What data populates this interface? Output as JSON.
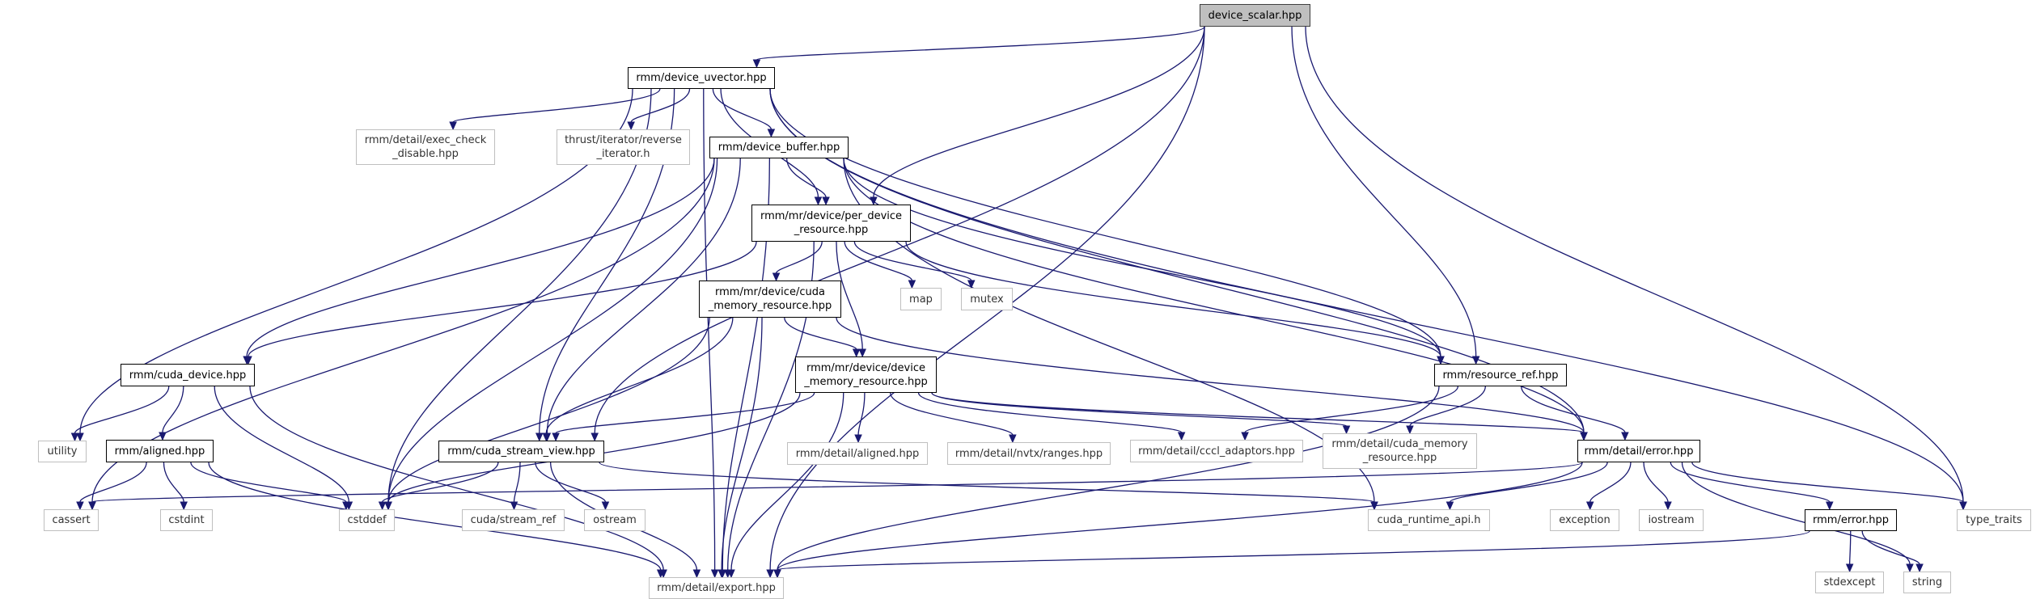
{
  "title": "device_scalar.hpp include dependency graph",
  "colors": {
    "edge": "#191970",
    "root_fill": "#bfbfbf",
    "internal_border": "#000000",
    "external_border": "#bfbfbf"
  },
  "nodes": [
    {
      "id": "device_scalar",
      "label": "device_scalar.hpp",
      "kind": "root"
    },
    {
      "id": "device_uvector",
      "label": "rmm/device_uvector.hpp",
      "kind": "internal"
    },
    {
      "id": "exec_check_disable",
      "label": "rmm/detail/exec_check\n_disable.hpp",
      "kind": "external"
    },
    {
      "id": "reverse_iterator",
      "label": "thrust/iterator/reverse\n_iterator.h",
      "kind": "external"
    },
    {
      "id": "device_buffer",
      "label": "rmm/device_buffer.hpp",
      "kind": "internal"
    },
    {
      "id": "per_device_resource",
      "label": "rmm/mr/device/per_device\n_resource.hpp",
      "kind": "internal"
    },
    {
      "id": "cuda_memory_resource",
      "label": "rmm/mr/device/cuda\n_memory_resource.hpp",
      "kind": "internal"
    },
    {
      "id": "map",
      "label": "map",
      "kind": "external"
    },
    {
      "id": "mutex",
      "label": "mutex",
      "kind": "external"
    },
    {
      "id": "cuda_device",
      "label": "rmm/cuda_device.hpp",
      "kind": "internal"
    },
    {
      "id": "device_memory_resource",
      "label": "rmm/mr/device/device\n_memory_resource.hpp",
      "kind": "internal"
    },
    {
      "id": "resource_ref",
      "label": "rmm/resource_ref.hpp",
      "kind": "internal"
    },
    {
      "id": "utility",
      "label": "utility",
      "kind": "external"
    },
    {
      "id": "aligned",
      "label": "rmm/aligned.hpp",
      "kind": "internal"
    },
    {
      "id": "cuda_stream_view",
      "label": "rmm/cuda_stream_view.hpp",
      "kind": "internal"
    },
    {
      "id": "detail_aligned",
      "label": "rmm/detail/aligned.hpp",
      "kind": "external"
    },
    {
      "id": "nvtx_ranges",
      "label": "rmm/detail/nvtx/ranges.hpp",
      "kind": "external"
    },
    {
      "id": "cccl_adaptors",
      "label": "rmm/detail/cccl_adaptors.hpp",
      "kind": "external"
    },
    {
      "id": "detail_cuda_memory_resource",
      "label": "rmm/detail/cuda_memory\n_resource.hpp",
      "kind": "external"
    },
    {
      "id": "detail_error",
      "label": "rmm/detail/error.hpp",
      "kind": "internal"
    },
    {
      "id": "cassert",
      "label": "cassert",
      "kind": "external"
    },
    {
      "id": "cstdint",
      "label": "cstdint",
      "kind": "external"
    },
    {
      "id": "cstddef",
      "label": "cstddef",
      "kind": "external"
    },
    {
      "id": "stream_ref",
      "label": "cuda/stream_ref",
      "kind": "external"
    },
    {
      "id": "ostream",
      "label": "ostream",
      "kind": "external"
    },
    {
      "id": "cuda_runtime_api",
      "label": "cuda_runtime_api.h",
      "kind": "external"
    },
    {
      "id": "exception",
      "label": "exception",
      "kind": "external"
    },
    {
      "id": "iostream",
      "label": "iostream",
      "kind": "external"
    },
    {
      "id": "error",
      "label": "rmm/error.hpp",
      "kind": "internal"
    },
    {
      "id": "type_traits",
      "label": "type_traits",
      "kind": "external"
    },
    {
      "id": "export",
      "label": "rmm/detail/export.hpp",
      "kind": "external"
    },
    {
      "id": "stdexcept",
      "label": "stdexcept",
      "kind": "external"
    },
    {
      "id": "string",
      "label": "string",
      "kind": "external"
    }
  ],
  "edges": [
    [
      "device_scalar",
      "device_uvector"
    ],
    [
      "device_scalar",
      "cuda_stream_view"
    ],
    [
      "device_scalar",
      "per_device_resource"
    ],
    [
      "device_scalar",
      "resource_ref"
    ],
    [
      "device_scalar",
      "export"
    ],
    [
      "device_scalar",
      "type_traits"
    ],
    [
      "device_uvector",
      "exec_check_disable"
    ],
    [
      "device_uvector",
      "reverse_iterator"
    ],
    [
      "device_uvector",
      "device_buffer"
    ],
    [
      "device_uvector",
      "per_device_resource"
    ],
    [
      "device_uvector",
      "cuda_stream_view"
    ],
    [
      "device_uvector",
      "utility"
    ],
    [
      "device_uvector",
      "cstddef"
    ],
    [
      "device_uvector",
      "export"
    ],
    [
      "device_uvector",
      "resource_ref"
    ],
    [
      "device_uvector",
      "detail_error"
    ],
    [
      "device_uvector",
      "type_traits"
    ],
    [
      "device_buffer",
      "per_device_resource"
    ],
    [
      "device_buffer",
      "cuda_device"
    ],
    [
      "device_buffer",
      "cuda_stream_view"
    ],
    [
      "device_buffer",
      "cassert"
    ],
    [
      "device_buffer",
      "cstddef"
    ],
    [
      "device_buffer",
      "cuda_runtime_api"
    ],
    [
      "device_buffer",
      "resource_ref"
    ],
    [
      "device_buffer",
      "detail_error"
    ],
    [
      "device_buffer",
      "export"
    ],
    [
      "per_device_resource",
      "cuda_memory_resource"
    ],
    [
      "per_device_resource",
      "device_memory_resource"
    ],
    [
      "per_device_resource",
      "cuda_device"
    ],
    [
      "per_device_resource",
      "map"
    ],
    [
      "per_device_resource",
      "mutex"
    ],
    [
      "per_device_resource",
      "resource_ref"
    ],
    [
      "per_device_resource",
      "export"
    ],
    [
      "cuda_memory_resource",
      "device_memory_resource"
    ],
    [
      "cuda_memory_resource",
      "cuda_stream_view"
    ],
    [
      "cuda_memory_resource",
      "cstddef"
    ],
    [
      "cuda_memory_resource",
      "detail_error"
    ],
    [
      "cuda_memory_resource",
      "export"
    ],
    [
      "cuda_device",
      "utility"
    ],
    [
      "cuda_device",
      "aligned"
    ],
    [
      "cuda_device",
      "cstddef"
    ],
    [
      "cuda_device",
      "export"
    ],
    [
      "device_memory_resource",
      "cuda_stream_view"
    ],
    [
      "device_memory_resource",
      "detail_aligned"
    ],
    [
      "device_memory_resource",
      "nvtx_ranges"
    ],
    [
      "device_memory_resource",
      "cccl_adaptors"
    ],
    [
      "device_memory_resource",
      "detail_cuda_memory_resource"
    ],
    [
      "device_memory_resource",
      "detail_error"
    ],
    [
      "device_memory_resource",
      "cstddef"
    ],
    [
      "device_memory_resource",
      "export"
    ],
    [
      "resource_ref",
      "cccl_adaptors"
    ],
    [
      "resource_ref",
      "detail_cuda_memory_resource"
    ],
    [
      "resource_ref",
      "detail_error"
    ],
    [
      "resource_ref",
      "export"
    ],
    [
      "aligned",
      "cassert"
    ],
    [
      "aligned",
      "cstdint"
    ],
    [
      "aligned",
      "cstddef"
    ],
    [
      "aligned",
      "export"
    ],
    [
      "cuda_stream_view",
      "cstddef"
    ],
    [
      "cuda_stream_view",
      "stream_ref"
    ],
    [
      "cuda_stream_view",
      "ostream"
    ],
    [
      "cuda_stream_view",
      "cuda_runtime_api"
    ],
    [
      "cuda_stream_view",
      "export"
    ],
    [
      "detail_error",
      "cassert"
    ],
    [
      "detail_error",
      "cuda_runtime_api"
    ],
    [
      "detail_error",
      "exception"
    ],
    [
      "detail_error",
      "iostream"
    ],
    [
      "detail_error",
      "error"
    ],
    [
      "detail_error",
      "string"
    ],
    [
      "detail_error",
      "type_traits"
    ],
    [
      "detail_error",
      "export"
    ],
    [
      "error",
      "stdexcept"
    ],
    [
      "error",
      "string"
    ],
    [
      "error",
      "export"
    ]
  ]
}
